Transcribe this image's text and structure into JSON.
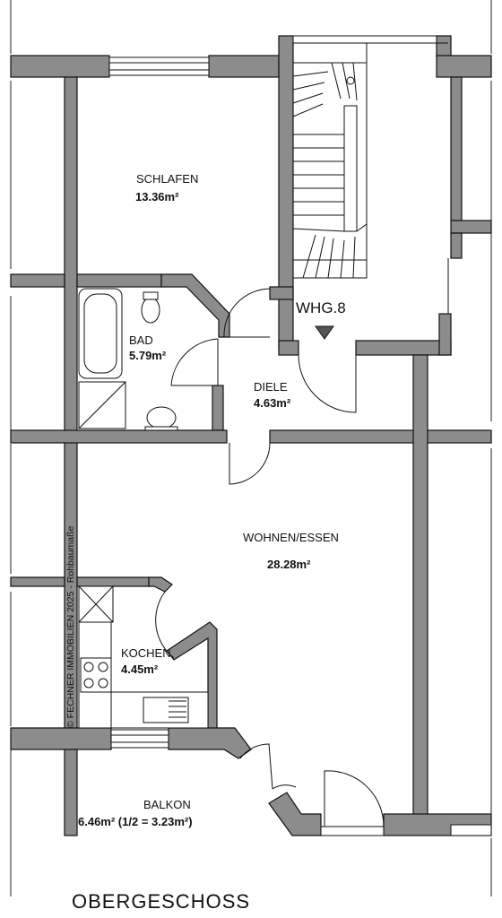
{
  "rooms": {
    "schlafen": {
      "name": "SCHLAFEN",
      "area": "13.36m²"
    },
    "bad": {
      "name": "BAD",
      "area": "5.79m²"
    },
    "diele": {
      "name": "DIELE",
      "area": "4.63m²"
    },
    "wohnen": {
      "name": "WOHNEN/ESSEN",
      "area": "28.28m²"
    },
    "kochen": {
      "name": "KOCHEN",
      "area": "4.45m²"
    },
    "balkon": {
      "name": "BALKON",
      "area": "6.46m² (1/2 = 3.23m²)"
    }
  },
  "unit_label": "WHG.8",
  "copyright": "© FECHNER IMMOBILIEN 2025 - Rohbaumaße",
  "floor_title": "OBERGESCHOSS"
}
